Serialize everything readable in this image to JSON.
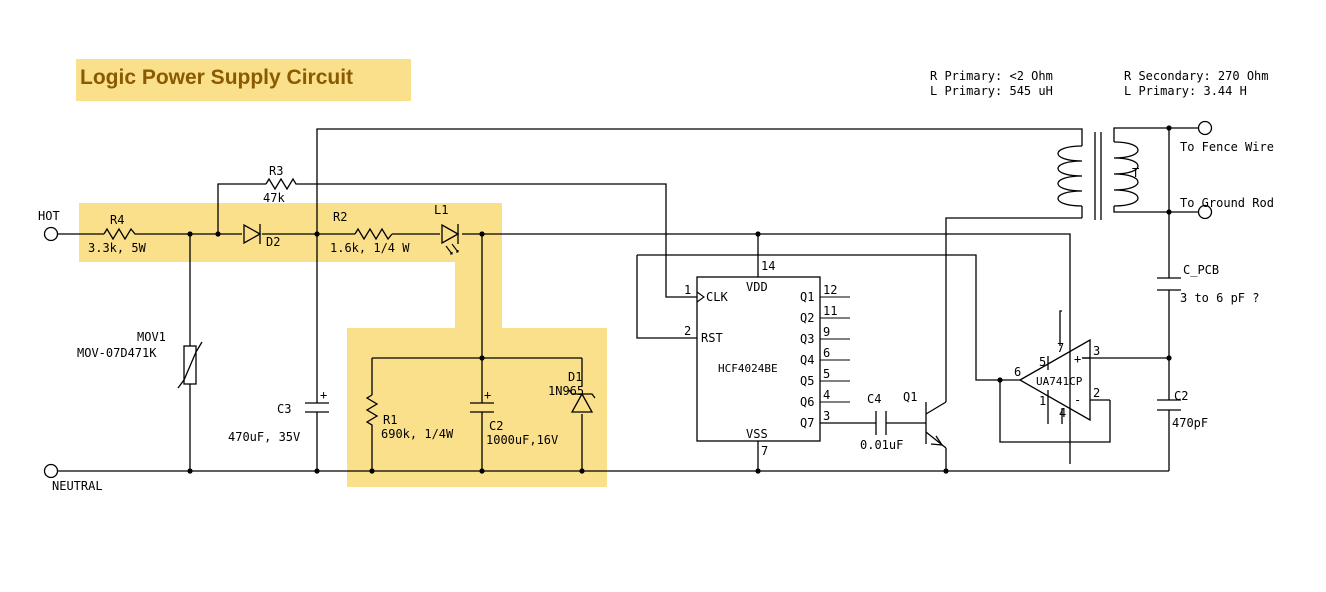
{
  "title": "Logic Power Supply Circuit",
  "transformer_specs": {
    "primary_r": "R Primary: <2 Ohm",
    "primary_l": "L Primary: 545 uH",
    "secondary_r": "R Secondary: 270 Ohm",
    "secondary_l": "L Primary: 3.44 H"
  },
  "terminals": {
    "hot": "HOT",
    "neutral": "NEUTRAL",
    "fence": "To Fence Wire",
    "ground": "To Ground Rod"
  },
  "components": {
    "r4": {
      "ref": "R4",
      "value": "3.3k, 5W"
    },
    "r3": {
      "ref": "R3",
      "value": "47k"
    },
    "d2": {
      "ref": "D2"
    },
    "r2": {
      "ref": "R2",
      "value": "1.6k, 1/4 W"
    },
    "l1": {
      "ref": "L1"
    },
    "mov1": {
      "ref": "MOV1",
      "value": "MOV-07D471K"
    },
    "c3": {
      "ref": "C3",
      "value": "470uF, 35V"
    },
    "r1": {
      "ref": "R1",
      "value": "690k, 1/4W"
    },
    "c2a": {
      "ref": "C2",
      "value": "1000uF,16V"
    },
    "d1": {
      "ref": "D1",
      "value": "1N965"
    },
    "c4": {
      "ref": "C4",
      "value": "0.01uF"
    },
    "q1": {
      "ref": "Q1"
    },
    "t": {
      "ref": "T"
    },
    "cpcb": {
      "ref": "C_PCB",
      "value": "3 to 6 pF ?"
    },
    "c2b": {
      "ref": "C2",
      "value": "470pF"
    }
  },
  "ic": {
    "part": "HCF4024BE",
    "vdd": "VDD",
    "vss": "VSS",
    "clk": "CLK",
    "rst": "RST",
    "pins": {
      "clk": "1",
      "rst": "2",
      "vdd": "14",
      "vss": "7",
      "q1": "12",
      "q2": "11",
      "q3": "9",
      "q4": "6",
      "q5": "5",
      "q6": "4",
      "q7": "3"
    },
    "outputs": [
      "Q1",
      "Q2",
      "Q3",
      "Q4",
      "Q5",
      "Q6",
      "Q7"
    ]
  },
  "opamp": {
    "part": "UA741CP",
    "plus": "+",
    "minus": "-",
    "pins": {
      "out": "6",
      "v_plus": "7",
      "in_plus": "3",
      "in_minus": "2",
      "v_minus": "4",
      "null1": "5",
      "null2": "1"
    }
  }
}
